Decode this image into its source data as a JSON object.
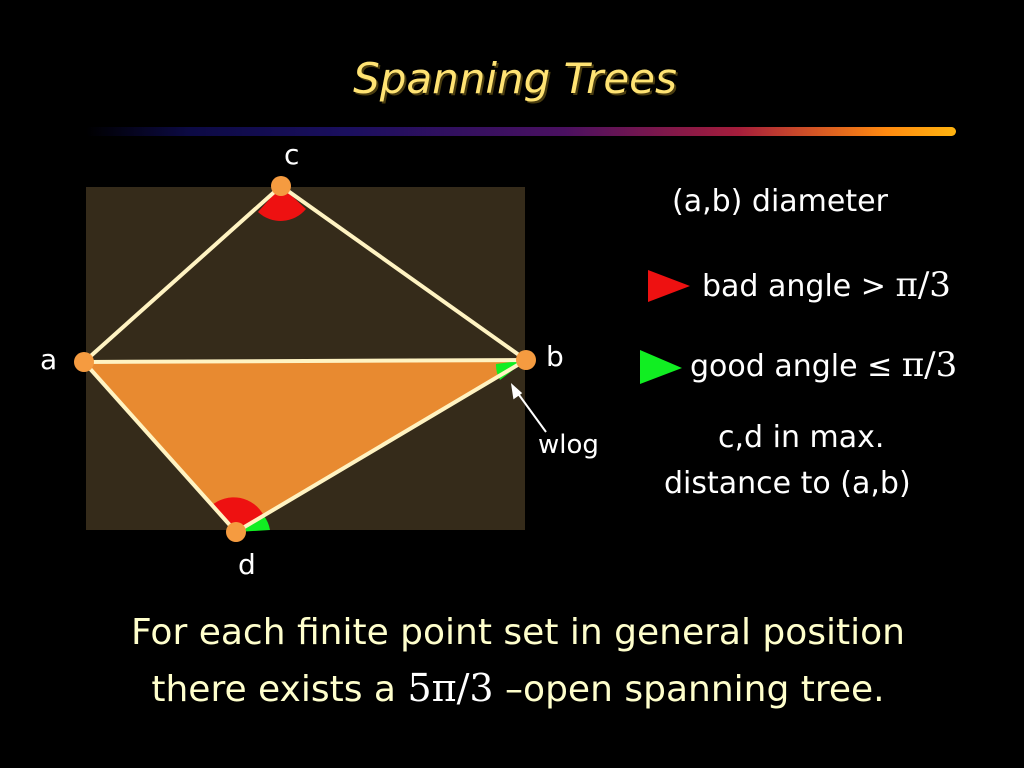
{
  "slide": {
    "title": "Spanning Trees",
    "colors": {
      "background": "#000000",
      "title": "#ffe373",
      "panel": "#352b1a",
      "edge": "#fff3c2",
      "fill": "#e88a30",
      "vertex": "#f59b40",
      "bad": "#ee1111",
      "good": "#11ee22"
    }
  },
  "diagram": {
    "vertices": {
      "a": "a",
      "b": "b",
      "c": "c",
      "d": "d"
    },
    "wlog": "wlog"
  },
  "legend": {
    "diameter": "(a,b) diameter",
    "bad_prefix": "bad angle >",
    "bad_math": "π/3",
    "good_prefix": "good angle ≤",
    "good_math": "π/3",
    "note_line1": "c,d in max.",
    "note_line2": "distance to (a,b)"
  },
  "statement": {
    "line1": "For each finite point set in general position",
    "line2_prefix": "there exists a",
    "line2_math": "5π/3",
    "line2_suffix": "–open spanning tree."
  }
}
